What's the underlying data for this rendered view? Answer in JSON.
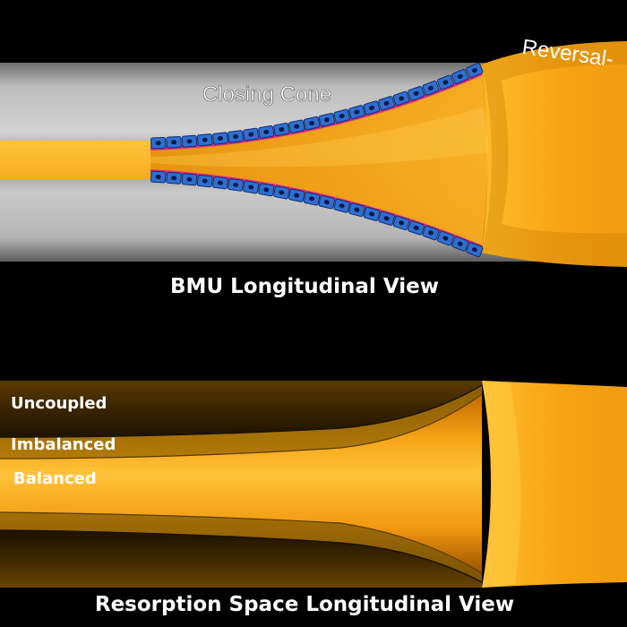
{
  "top_panel": {
    "closing_cone_label": "Closing Cone",
    "reversal_label": "Reversal-",
    "title": "BMU Longitudinal View",
    "colors": {
      "bone": "#a9a9a9",
      "canal": "#f2a112",
      "lining": "#e0288a",
      "osteoblast": "#2f6fd3",
      "nucleus": "#0b1a44"
    }
  },
  "bottom_panel": {
    "labels": {
      "uncoupled": "Uncoupled",
      "imbalanced": "Imbalanced",
      "balanced": "Balanced"
    },
    "title": "Resorption Space Longitudinal View"
  }
}
